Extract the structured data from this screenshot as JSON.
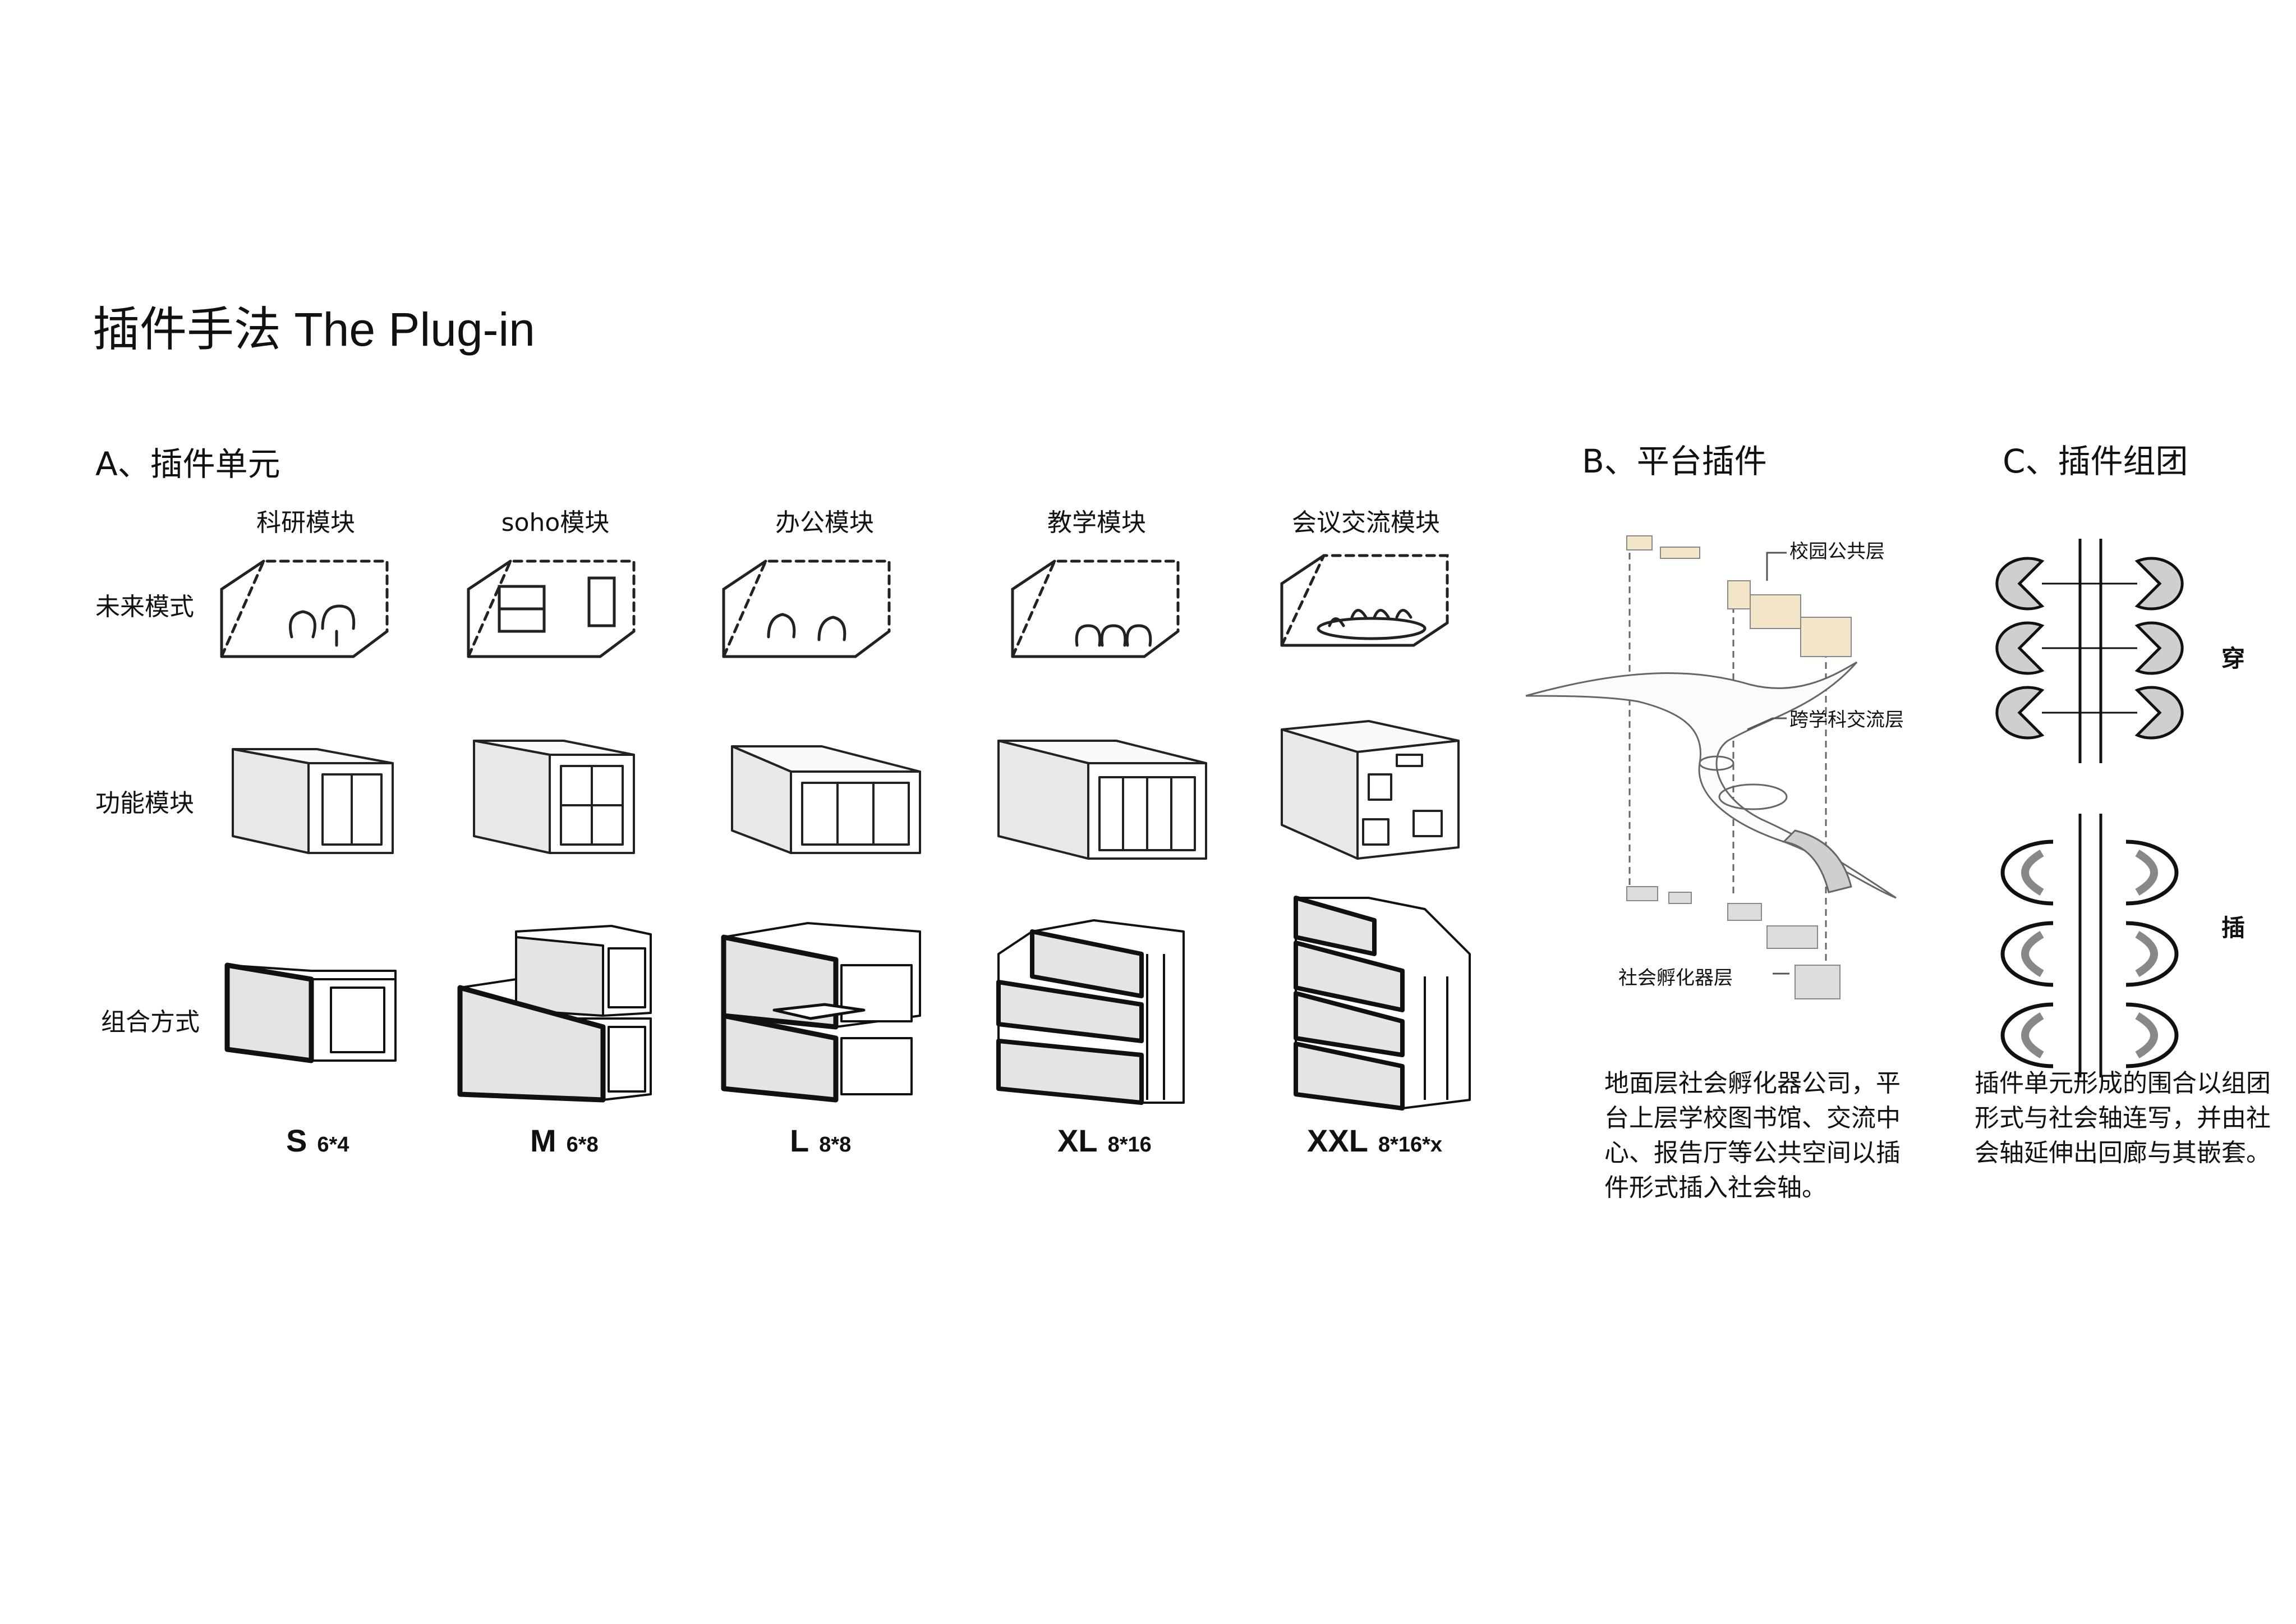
{
  "page_title": "插件手法 The Plug-in",
  "section_a": {
    "title": "A、插件单元",
    "columns": [
      "科研模块",
      "soho模块",
      "办公模块",
      "教学模块",
      "会议交流模块"
    ],
    "rows": [
      "未来模式",
      "功能模块",
      "组合方式"
    ],
    "sizes": [
      {
        "code": "S",
        "dims": "6*4"
      },
      {
        "code": "M",
        "dims": "6*8"
      },
      {
        "code": "L",
        "dims": "8*8"
      },
      {
        "code": "XL",
        "dims": "8*16"
      },
      {
        "code": "XXL",
        "dims": "8*16*x"
      }
    ]
  },
  "section_b": {
    "title": "B、平台插件",
    "callouts": [
      "校园公共层",
      "跨学科交流层",
      "社会孵化器层"
    ],
    "description": "地面层社会孵化器公司，平台上层学校图书馆、交流中心、报告厅等公共空间以插件形式插入社会轴。"
  },
  "section_c": {
    "title": "C、插件组团",
    "labels": [
      "穿",
      "插"
    ],
    "description": "插件单元形成的围合以组团形式与社会轴连写，并由社会轴延伸出回廊与其嵌套。"
  }
}
